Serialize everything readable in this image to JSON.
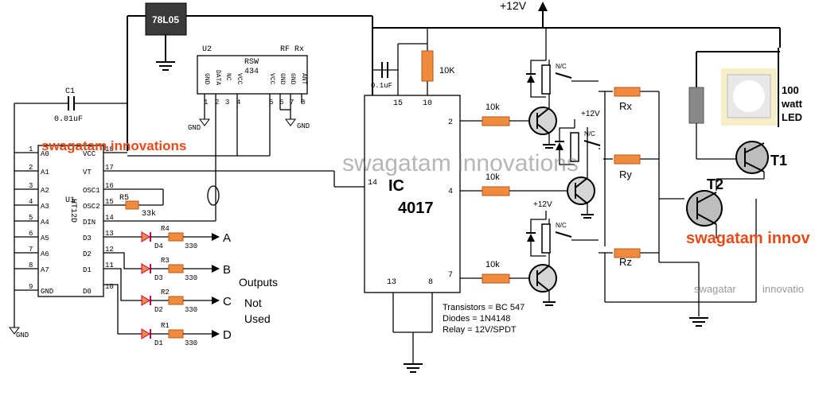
{
  "regulator": {
    "label": "78L05"
  },
  "supply": {
    "label": "+12V",
    "relay_supply_1": "+12V",
    "relay_supply_2": "+12V"
  },
  "u2": {
    "ref": "U2",
    "type": "RF Rx",
    "part": "RSW",
    "part_num": "434",
    "pins": [
      "GND",
      "DATA",
      "NC",
      "VCC",
      "VCC",
      "GND",
      "GND",
      "ANT"
    ],
    "pin_nums": [
      "1",
      "2",
      "3",
      "4",
      "5",
      "6",
      "7",
      "8"
    ]
  },
  "c1": {
    "ref": "C1",
    "value": "0.01uF"
  },
  "c2": {
    "value": "0.1uF"
  },
  "r10k_top": {
    "value": "10K"
  },
  "u1": {
    "ref": "U1",
    "part": "HT12D",
    "left_pins": [
      "A0",
      "A1",
      "A2",
      "A3",
      "A4",
      "A5",
      "A6",
      "A7",
      "GND"
    ],
    "left_nums": [
      "1",
      "2",
      "3",
      "4",
      "5",
      "6",
      "7",
      "8",
      "9"
    ],
    "right_pins": [
      "VCC",
      "VT",
      "OSC1",
      "OSC2",
      "DIN",
      "D3",
      "D2",
      "D1",
      "D0"
    ],
    "right_nums": [
      "18",
      "17",
      "16",
      "15",
      "14",
      "13",
      "12",
      "11",
      "10"
    ]
  },
  "r5": {
    "ref": "R5",
    "value": "33k"
  },
  "leds": [
    {
      "led": "D4",
      "res": "R4",
      "val": "330",
      "out": "A"
    },
    {
      "led": "D3",
      "res": "R3",
      "val": "330",
      "out": "B"
    },
    {
      "led": "D2",
      "res": "R2",
      "val": "330",
      "out": "C"
    },
    {
      "led": "D1",
      "res": "R1",
      "val": "330",
      "out": "D"
    }
  ],
  "outputs_note": {
    "line1": "Outputs",
    "line2": "Not",
    "line3": "Used"
  },
  "ic4017": {
    "line1": "IC",
    "line2": "4017",
    "pins": {
      "p15": "15",
      "p10": "10",
      "p14": "14",
      "p2": "2",
      "p4": "4",
      "p7": "7",
      "p13": "13",
      "p8": "8"
    }
  },
  "base_res": [
    "10k",
    "10k",
    "10k"
  ],
  "relay_label": "N/C",
  "rx": "Rx",
  "ry": "Ry",
  "rz": "Rz",
  "led_load": {
    "line1": "100",
    "line2": "watt",
    "line3": "LED"
  },
  "t1": "T1",
  "t2": "T2",
  "gnd_labels": {
    "u2": "GND",
    "u2b": "GND",
    "left": "GND"
  },
  "notes": {
    "transistors": "Transistors = BC 547",
    "diodes": "Diodes = 1N4148",
    "relay": "Relay = 12V/SPDT"
  },
  "watermarks": {
    "red1": "swagatam innovations",
    "gray1": "swagatam innovations",
    "red2": "swagatam innov",
    "gray2a": "swagatar",
    "gray2b": "innovatio"
  },
  "colors": {
    "resistor": "#f08a3c",
    "watermark_red": "#e64a19",
    "led_glow": "#f5eec8"
  }
}
